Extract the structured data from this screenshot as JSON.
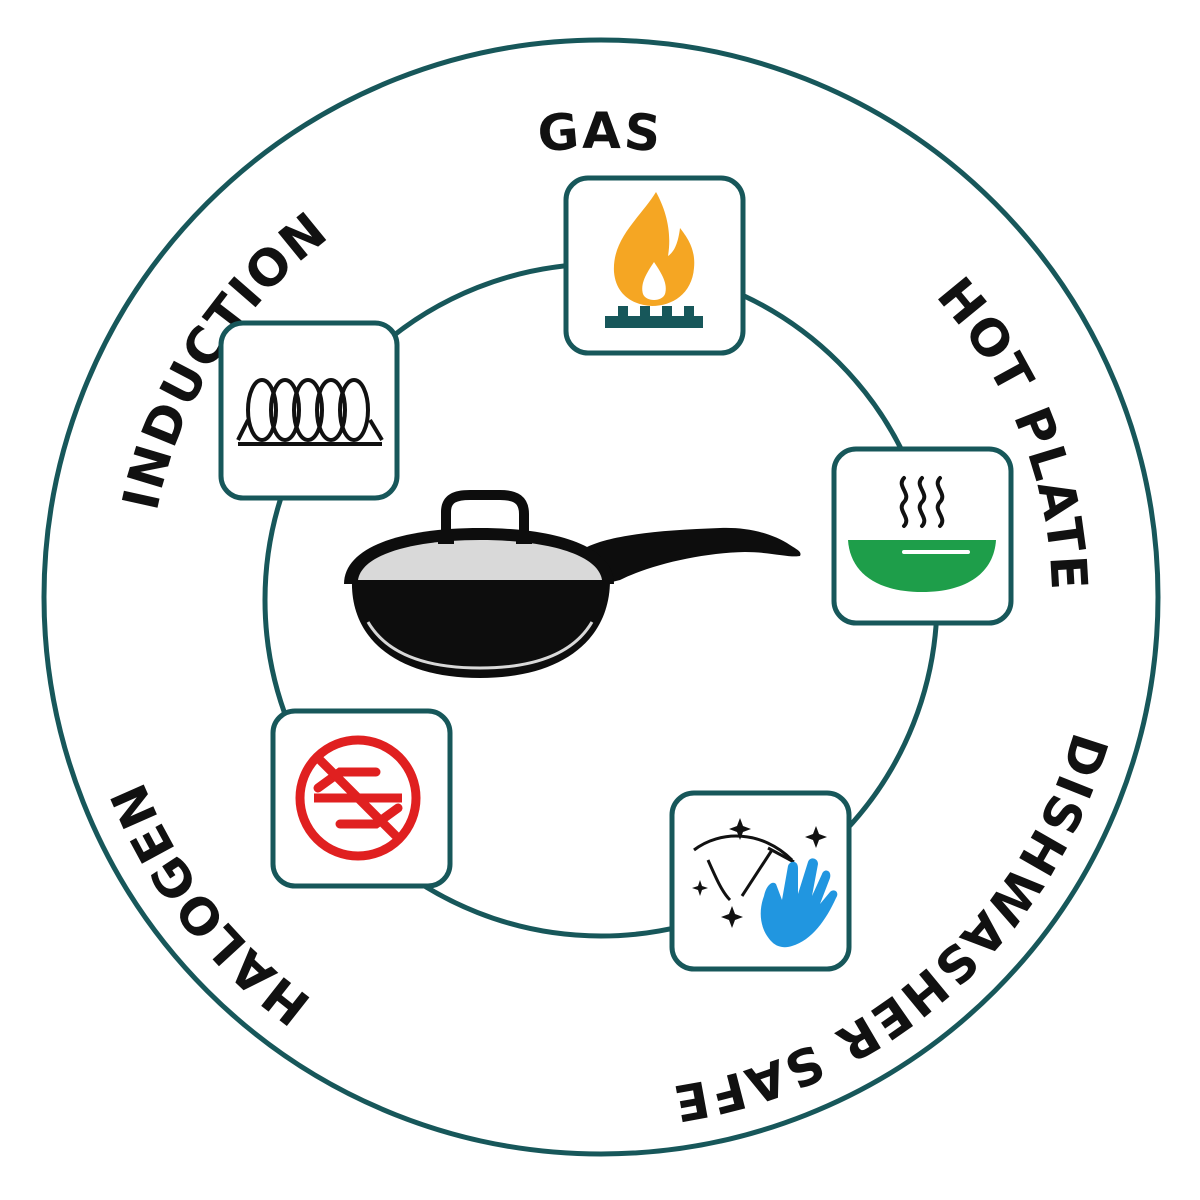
{
  "colors": {
    "ring": "#17575a",
    "flame": "#f5a623",
    "burner": "#17575a",
    "bowl": "#1e9e4a",
    "halogen_red": "#e02020",
    "hand_blue": "#2196e0",
    "pan": "#0d0d0d",
    "lid_glass": "#d9d9d9"
  },
  "labels": {
    "gas": "GAS",
    "hot_plate": "HOT PLATE",
    "dishwasher_safe": "DISHWASHER SAFE",
    "halogen": "HALOGEN",
    "induction": "INDUCTION"
  },
  "icons": {
    "gas": "gas-flame-burner-icon",
    "hot_plate": "steaming-bowl-icon",
    "dishwasher_safe": "sparkle-hand-wash-icon",
    "halogen": "no-halogen-icon",
    "induction": "induction-coil-icon",
    "center": "frying-pan-with-lid-icon"
  }
}
